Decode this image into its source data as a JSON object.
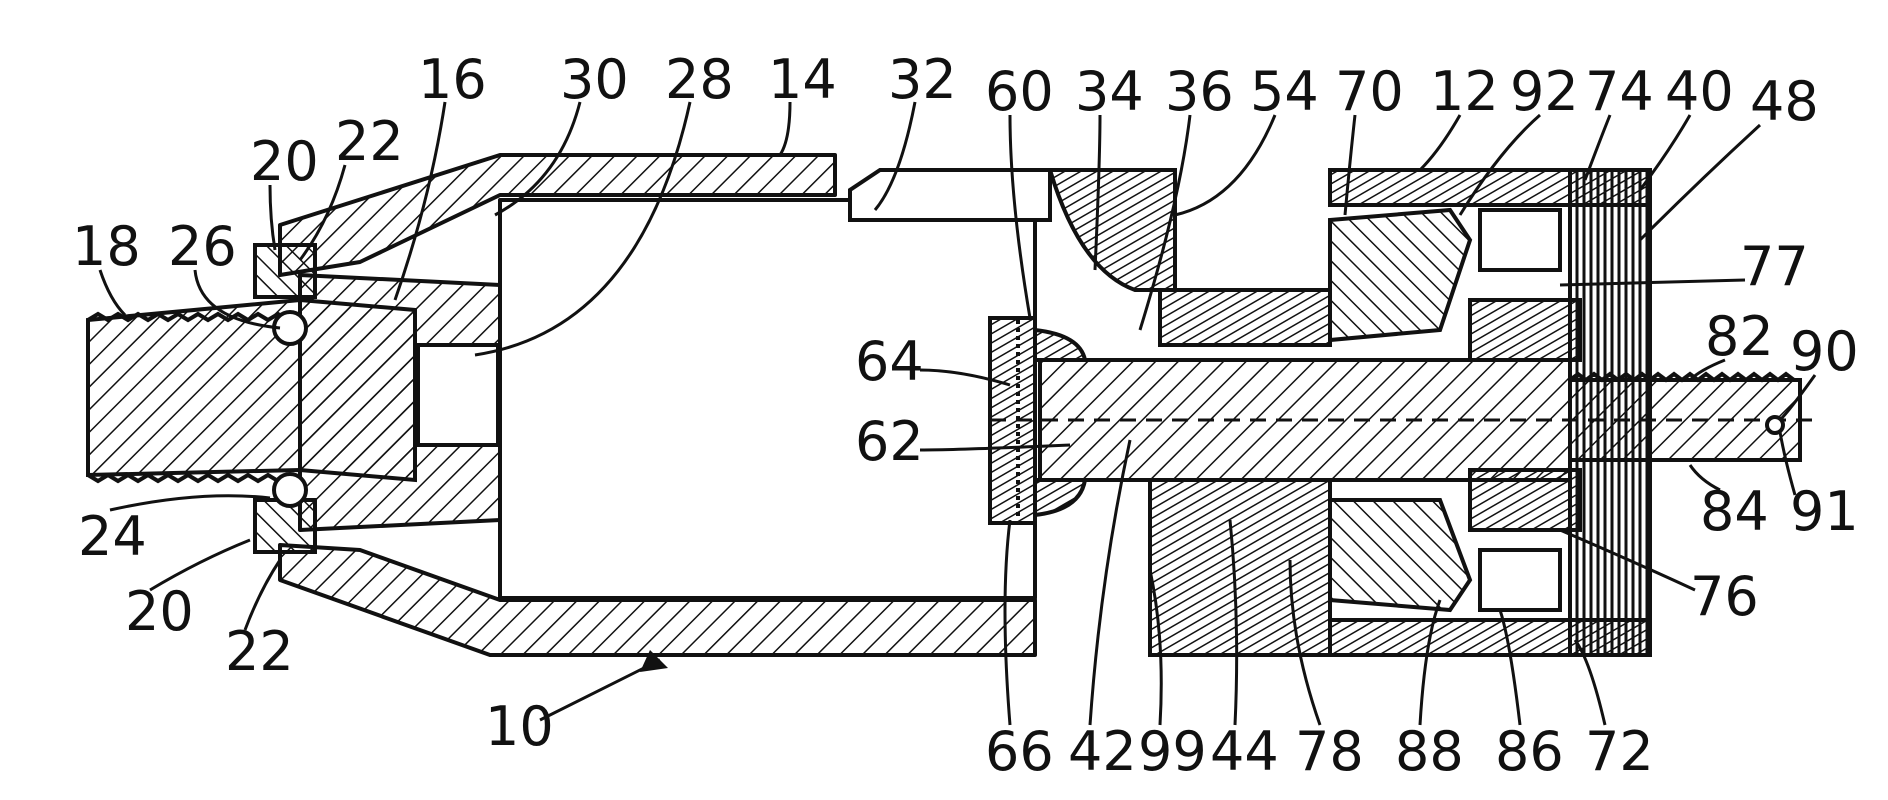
{
  "figure": {
    "colors": {
      "ink": "#111111",
      "background": "#ffffff"
    },
    "labels": {
      "l16": "16",
      "l30": "30",
      "l28": "28",
      "l14": "14",
      "l32": "32",
      "l60": "60",
      "l34": "34",
      "l36": "36",
      "l54": "54",
      "l70": "70",
      "l12": "12",
      "l92": "92",
      "l74": "74",
      "l40": "40",
      "l48": "48",
      "l22a": "22",
      "l20a": "20",
      "l18": "18",
      "l26": "26",
      "l77": "77",
      "l82": "82",
      "l90": "90",
      "l64": "64",
      "l62": "62",
      "l24": "24",
      "l84": "84",
      "l91": "91",
      "l76": "76",
      "l20b": "20",
      "l22b": "22",
      "l10": "10",
      "l66": "66",
      "l42": "42",
      "l99": "99",
      "l44": "44",
      "l78": "78",
      "l88": "88",
      "l86": "86",
      "l72": "72"
    }
  }
}
